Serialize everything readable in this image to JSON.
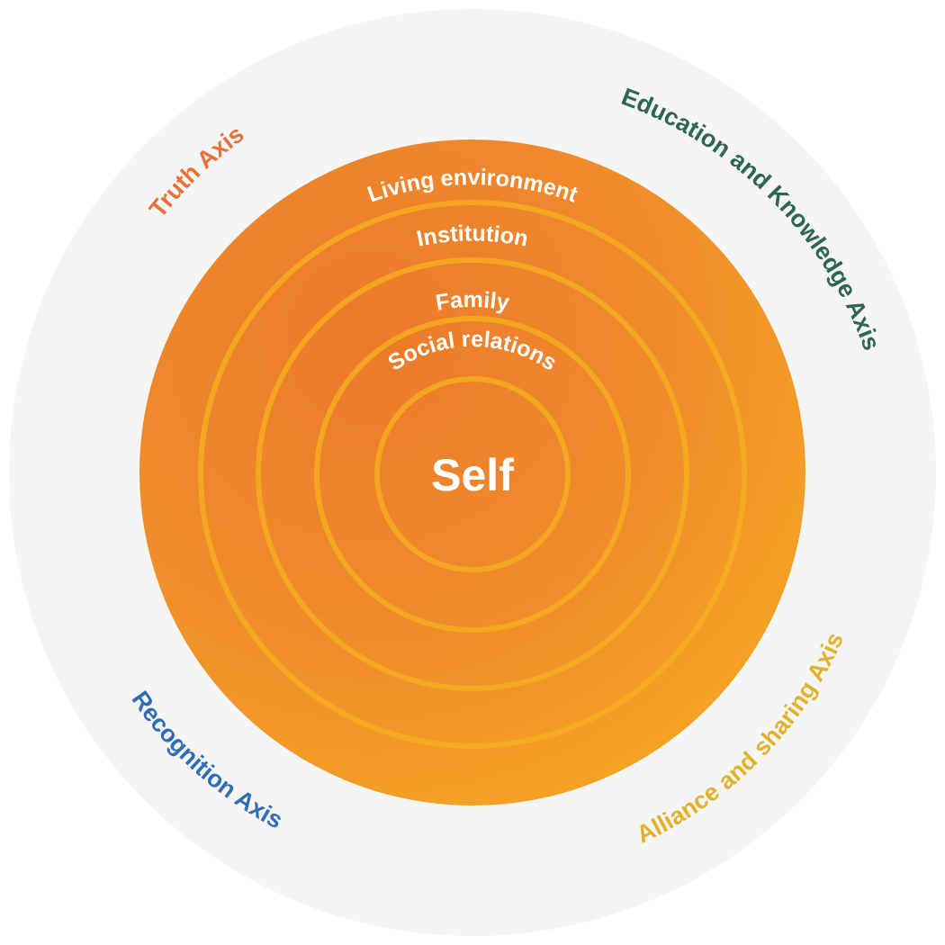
{
  "center": {
    "label": "Self"
  },
  "rings": [
    {
      "label": "Social relations"
    },
    {
      "label": "Family"
    },
    {
      "label": "Institution"
    },
    {
      "label": "Living environment"
    }
  ],
  "axes": [
    {
      "label": "Truth Axis",
      "color": "#e8713a"
    },
    {
      "label": "Education and Knowledge Axis",
      "color": "#2e6650"
    },
    {
      "label": "Recognition Axis",
      "color": "#2f6eb5"
    },
    {
      "label": "Alliance and sharing Axis",
      "color": "#e3b12b"
    }
  ],
  "colors": {
    "background_disc": "#f5f5f5",
    "core_outer": "#f5a623",
    "core_inner": "#ef8a2e",
    "ring_stroke": "#f6b21f"
  }
}
